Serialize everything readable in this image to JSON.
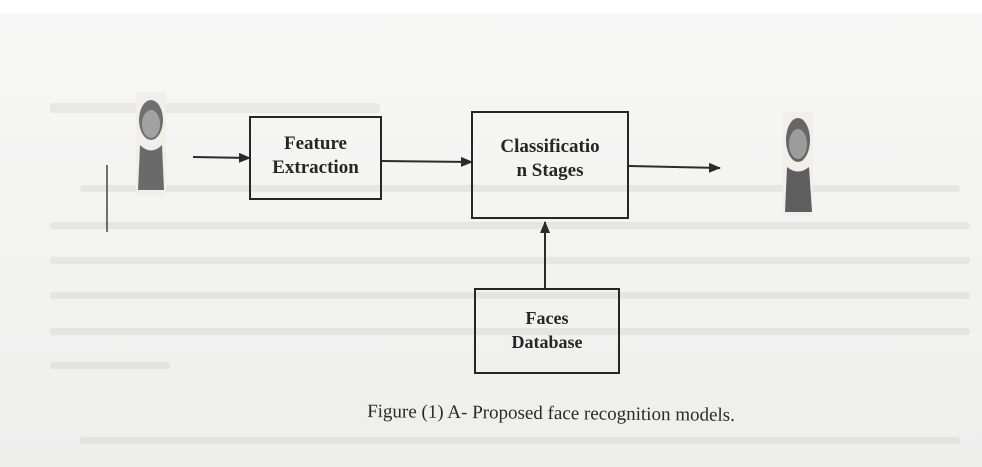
{
  "diagram": {
    "nodes": {
      "feature_extraction": "Feature\nExtraction",
      "classification": "Classificatio\nn Stages",
      "faces_db": "Faces\nDatabase"
    },
    "icons": {
      "input_face": "face-photo-icon",
      "output_face": "face-photo-icon"
    },
    "caption": "Figure (1) A- Proposed face recognition models."
  }
}
